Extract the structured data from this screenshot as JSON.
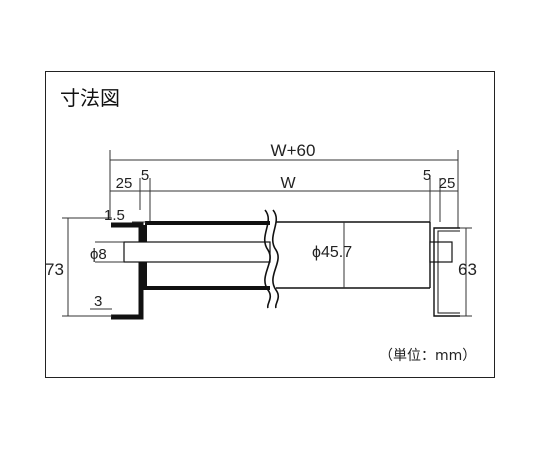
{
  "diagram": {
    "title": "寸法図",
    "unit_note": "（単位：mm）",
    "dimensions": {
      "overall_width": "W+60",
      "inner_width": "W",
      "left_outer_offset": "25",
      "left_inner_offset": "5",
      "right_inner_offset": "5",
      "right_outer_offset": "25",
      "frame_thickness": "1.5",
      "shaft_diameter": "ϕ8",
      "roller_diameter": "ϕ45.7",
      "left_frame_height": "73",
      "right_bracket_height": "63",
      "bottom_plate_thickness": "3"
    }
  }
}
